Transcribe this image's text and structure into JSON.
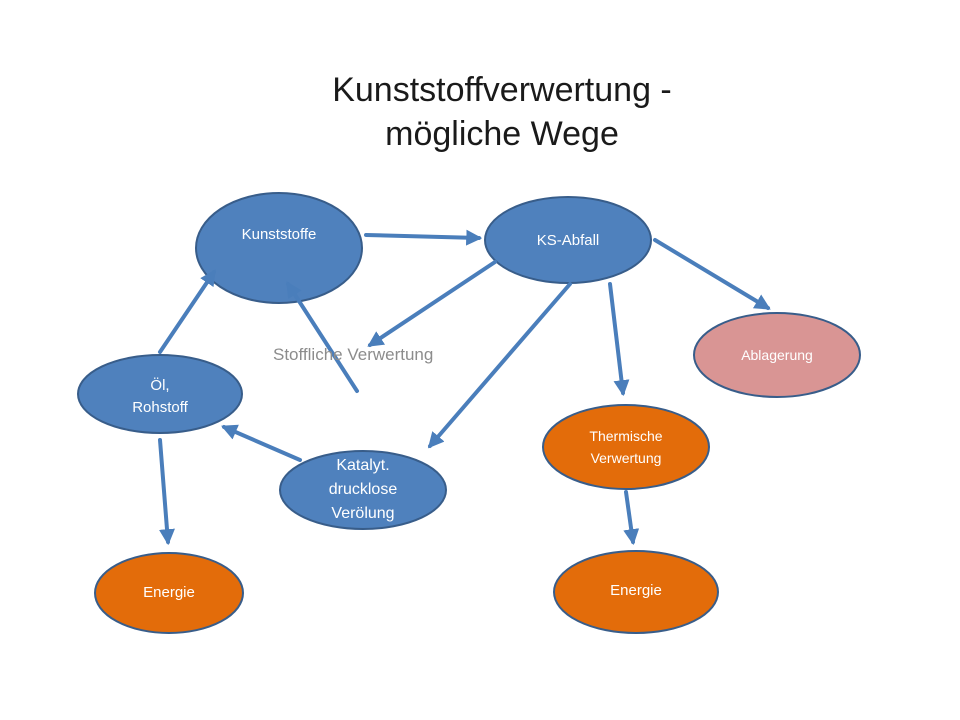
{
  "slide": {
    "title_line1": "Kunststoffverwertung -",
    "title_line2": "mögliche Wege"
  },
  "colors": {
    "blue": "#4f81bd",
    "blue_border": "#385d8a",
    "orange": "#e36c0a",
    "pink": "#d99594",
    "arrow": "#4a7ebb"
  },
  "nodes": {
    "kunststoffe": "Kunststoffe",
    "ks_abfall": "KS-Abfall",
    "ablagerung": "Ablagerung",
    "oel": "Öl,\nRohstoff",
    "katalyt": "Katalyt.\ndrucklose\nVerölung",
    "thermische": "Thermische\nVerwertung",
    "energie_left": "Energie",
    "energie_right": "Energie"
  },
  "labels": {
    "stoffliche": "Stoffliche Verwertung"
  }
}
